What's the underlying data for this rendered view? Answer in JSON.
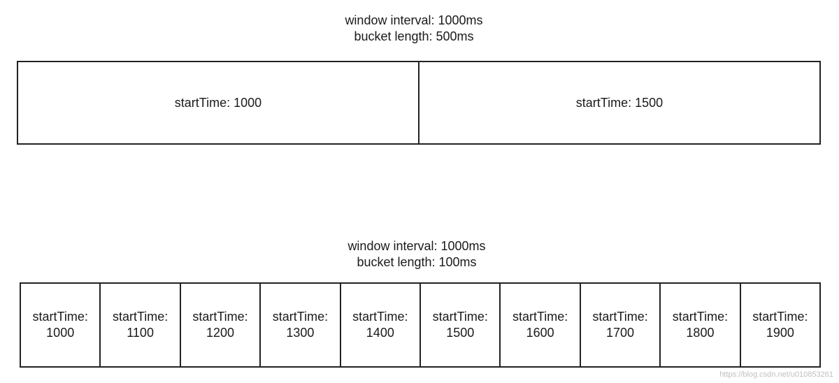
{
  "top_section": {
    "caption_line1": "window interval: 1000ms",
    "caption_line2": "bucket length: 500ms",
    "buckets": [
      {
        "label": "startTime: 1000"
      },
      {
        "label": "startTime: 1500"
      }
    ]
  },
  "bottom_section": {
    "caption_line1": "window interval: 1000ms",
    "caption_line2": "bucket length: 100ms",
    "buckets": [
      {
        "line1": "startTime:",
        "line2": "1000"
      },
      {
        "line1": "startTime:",
        "line2": "1100"
      },
      {
        "line1": "startTime:",
        "line2": "1200"
      },
      {
        "line1": "startTime:",
        "line2": "1300"
      },
      {
        "line1": "startTime:",
        "line2": "1400"
      },
      {
        "line1": "startTime:",
        "line2": "1500"
      },
      {
        "line1": "startTime:",
        "line2": "1600"
      },
      {
        "line1": "startTime:",
        "line2": "1700"
      },
      {
        "line1": "startTime:",
        "line2": "1800"
      },
      {
        "line1": "startTime:",
        "line2": "1900"
      }
    ]
  },
  "watermark": "https://blog.csdn.net/u010853261"
}
